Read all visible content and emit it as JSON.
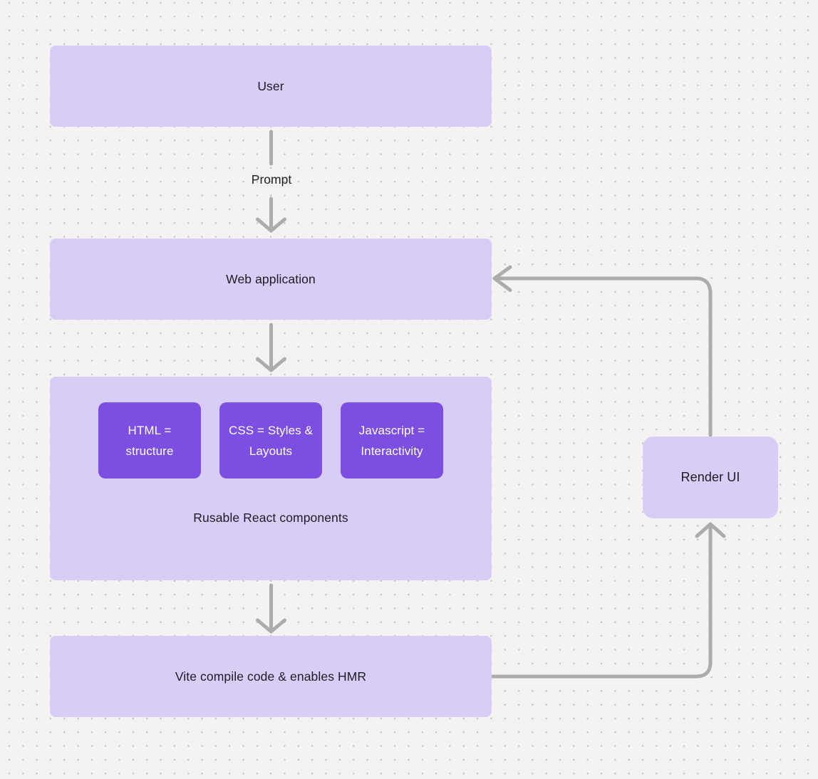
{
  "colors": {
    "background": "#f4f3f2",
    "dot": "#c7c5c3",
    "box_light": "#d7cdf7",
    "box_accent": "#7c4ee1",
    "arrow": "#acacac",
    "text_dark": "#1e1c24",
    "text_light": "#ffffff"
  },
  "nodes": {
    "user": {
      "label": "User"
    },
    "web_application": {
      "label": "Web application"
    },
    "components_container": {
      "caption": "Rusable React components",
      "items": [
        {
          "label": "HTML = structure"
        },
        {
          "label": "CSS = Styles & Layouts"
        },
        {
          "label": "Javascript = Interactivity"
        }
      ]
    },
    "vite": {
      "label": "Vite compile code & enables HMR"
    },
    "render_ui": {
      "label": "Render UI"
    }
  },
  "edges": [
    {
      "from": "user",
      "to": "web_application",
      "label": "Prompt"
    },
    {
      "from": "web_application",
      "to": "components_container",
      "label": ""
    },
    {
      "from": "components_container",
      "to": "vite",
      "label": ""
    },
    {
      "from": "vite",
      "to": "render_ui",
      "label": ""
    },
    {
      "from": "render_ui",
      "to": "web_application",
      "label": ""
    }
  ]
}
